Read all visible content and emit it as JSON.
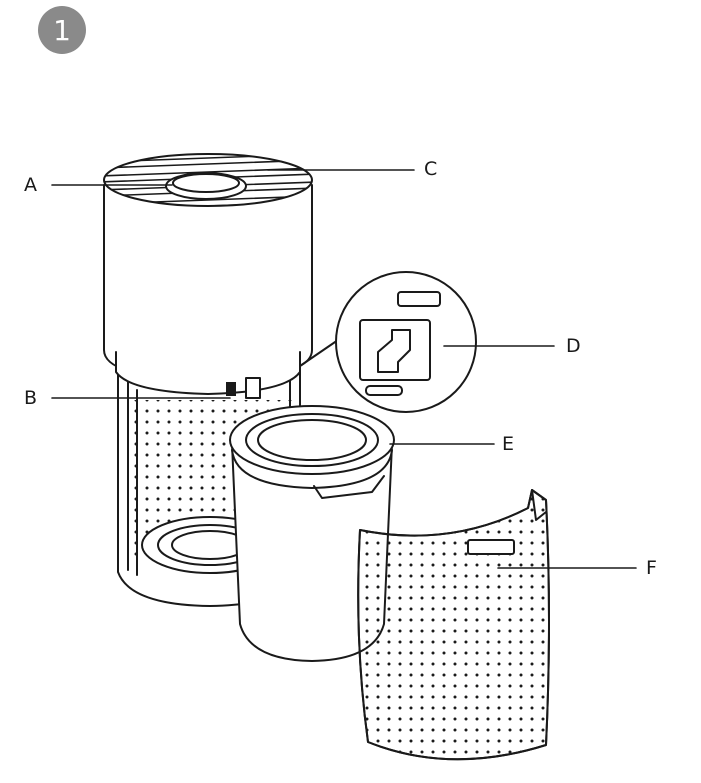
{
  "step": {
    "number": "1"
  },
  "colors": {
    "badge": "#8a8a8a",
    "line": "#1a1a1a",
    "fill": "#ffffff"
  },
  "callouts": [
    {
      "id": "A",
      "label": "A",
      "part": "control-panel"
    },
    {
      "id": "B",
      "label": "B",
      "part": "housing-sensor"
    },
    {
      "id": "C",
      "label": "C",
      "part": "air-outlet-grille"
    },
    {
      "id": "D",
      "label": "D",
      "part": "filter-door-latch-detail"
    },
    {
      "id": "E",
      "label": "E",
      "part": "filter"
    },
    {
      "id": "F",
      "label": "F",
      "part": "perforated-cover"
    }
  ]
}
